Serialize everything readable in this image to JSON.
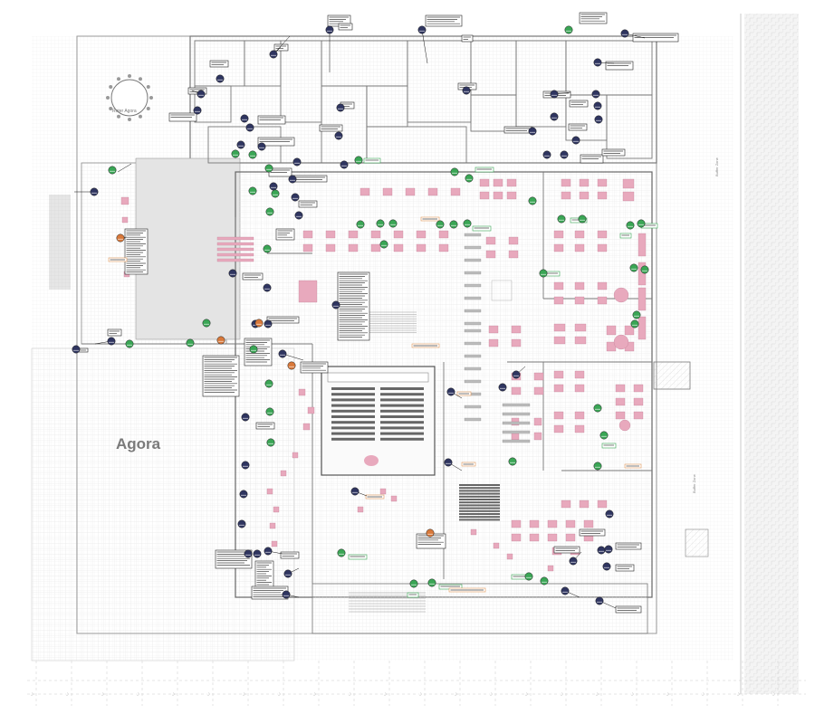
{
  "plan": {
    "area_labels": {
      "agora": "Agora",
      "roter_agora": "Roter Agora",
      "buffer_zone_top": "Buffer Zone",
      "buffer_zone_bottom": "Buffer Zone"
    },
    "colors": {
      "background": "#ffffff",
      "wall": "#555555",
      "thin_line": "#bdbdbd",
      "grid": "#e6e6e6",
      "furniture_pink": "#e8a9bd",
      "marker_navy": "#2f3560",
      "marker_green": "#3aa655",
      "marker_orange": "#d8783a",
      "label_border": "#222222",
      "green_label_border": "#3aa655",
      "orange_label_border": "#e39a5a",
      "seating": "#666666"
    },
    "marker_icon": "camera-viewpoint-icon"
  }
}
